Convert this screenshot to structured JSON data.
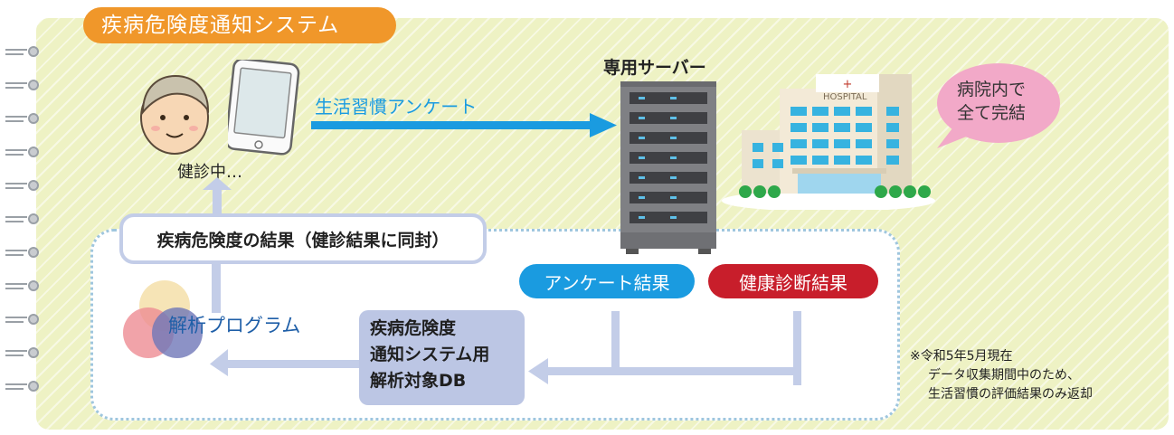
{
  "title": "疾病危険度通知システム",
  "user": {
    "status": "健診中…",
    "arrow_label": "生活習慣アンケート"
  },
  "server": {
    "label": "専用サーバー"
  },
  "hospital": {
    "sign": "HOSPITAL",
    "bubble_line1": "病院内で",
    "bubble_line2": "全て完結"
  },
  "result_box": "疾病危険度の結果（健診結果に同封）",
  "pills": {
    "survey_result": "アンケート結果",
    "health_result": "健康診断結果"
  },
  "program": "解析プログラム",
  "db": {
    "line1": "疾病危険度",
    "line2": "通知システム用",
    "line3": "解析対象DB"
  },
  "note": {
    "line1": "※令和5年5月現在",
    "line2": "データ収集期間中のため、",
    "line3": "生活習慣の評価結果のみ返却"
  },
  "colors": {
    "title_orange": "#f0972a",
    "arrow_blue": "#1a9be0",
    "pill_blue": "#1a9be0",
    "pill_red": "#c81e2b",
    "flow_gray": "#bcc6e4"
  }
}
